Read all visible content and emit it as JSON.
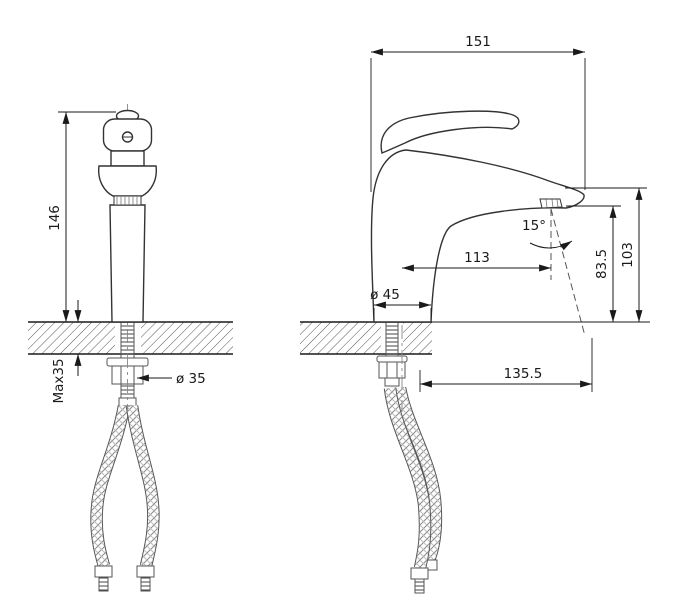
{
  "drawing": {
    "subject": "single-lever basin faucet installation drawing, front and side views with flexible supply hoses",
    "line_color": "#1a1a1a",
    "dims": {
      "spout_width_top": "151",
      "body_height": "146",
      "deck_max_thickness": "Max35",
      "mount_hole_dia": "ø 35",
      "spout_reach": "113",
      "base_dia": "ø 45",
      "stream_angle": "15°",
      "spout_height": "83.5",
      "overall_height": "103",
      "hose_offset": "135.5"
    }
  }
}
